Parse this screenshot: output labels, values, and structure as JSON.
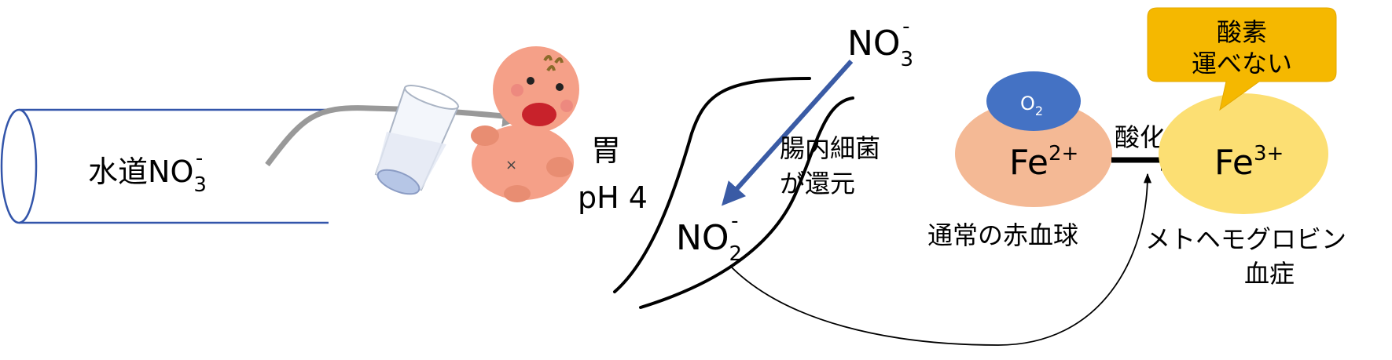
{
  "tap": {
    "label": "水道",
    "ion": "NO",
    "sub": "3",
    "sup": "-"
  },
  "stomach": {
    "label": "胃",
    "ph": "pH 4"
  },
  "nitrate_top": {
    "ion": "NO",
    "sub": "3",
    "sup": "-"
  },
  "nitrite": {
    "ion": "NO",
    "sub": "2",
    "sup": "-"
  },
  "bacteria": {
    "line1": "腸内細菌",
    "line2": "が還元"
  },
  "normal_rbc": {
    "oxygen": {
      "base": "O",
      "sub": "2"
    },
    "iron": {
      "base": "Fe",
      "sup": "2+"
    },
    "caption": "通常の赤血球"
  },
  "oxidation": {
    "label": "酸化"
  },
  "met_rbc": {
    "iron": {
      "base": "Fe",
      "sup": "3+"
    },
    "caption_line1": "メトヘモグロビン",
    "caption_line2": "血症"
  },
  "callout": {
    "line1": "酸素",
    "line2": "運べない"
  },
  "colors": {
    "pipe": "#3355aa",
    "arrow_gray": "#999999",
    "arrow_blue": "#3a5ba5",
    "normal_cell": "#f4b995",
    "oxygen": "#4472c4",
    "met_cell": "#fcdf73",
    "callout_fill": "#f5b800",
    "baby_skin": "#f5a088"
  },
  "icons": [
    "water-pipe-icon",
    "cup-icon",
    "baby-icon",
    "intestine-icon"
  ]
}
